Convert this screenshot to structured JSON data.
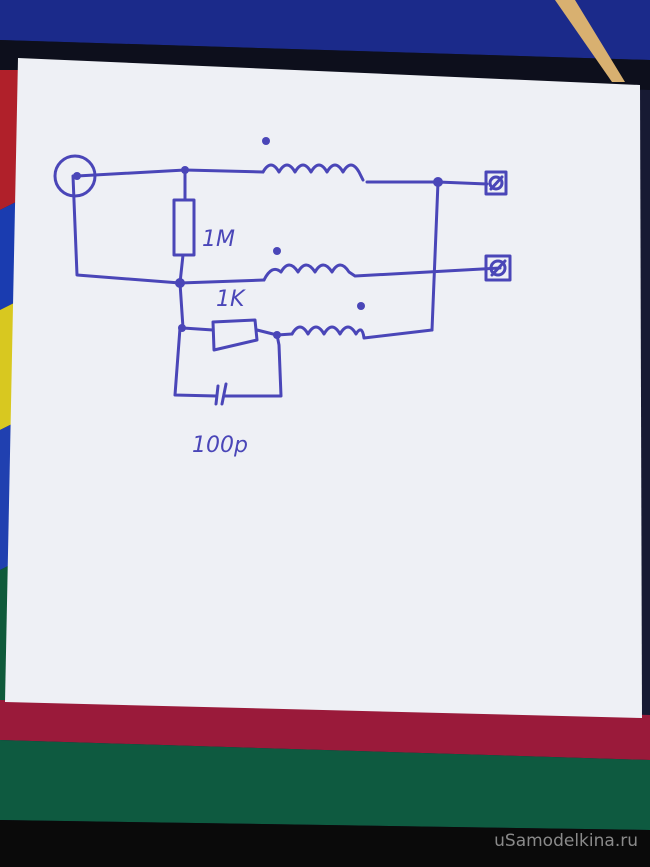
{
  "diagram": {
    "labels": {
      "resistor_1": "1M",
      "resistor_2": "1K",
      "capacitor": "100p"
    }
  },
  "watermark": "uSamodelkina.ru",
  "colors": {
    "ink": "#4a46b8",
    "paper": "#f1f2f6"
  }
}
